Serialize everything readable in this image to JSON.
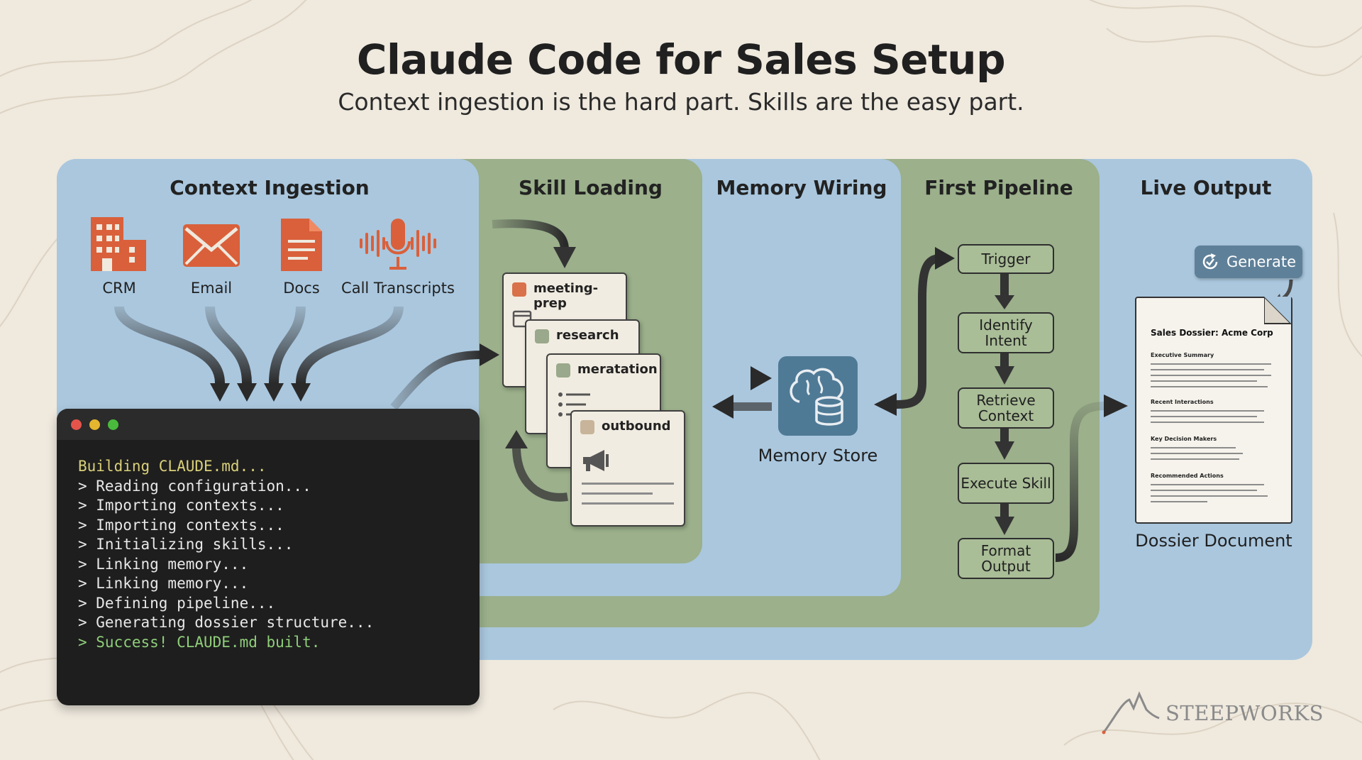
{
  "title": "Claude Code for Sales Setup",
  "subtitle": "Context ingestion is the hard part. Skills are the easy part.",
  "sections": {
    "context_ingestion": "Context Ingestion",
    "skill_loading": "Skill Loading",
    "memory_wiring": "Memory Wiring",
    "first_pipeline": "First Pipeline",
    "live_output": "Live Output"
  },
  "sources": [
    {
      "label": "CRM",
      "icon": "building-icon"
    },
    {
      "label": "Email",
      "icon": "envelope-icon"
    },
    {
      "label": "Docs",
      "icon": "document-icon"
    },
    {
      "label": "Call Transcripts",
      "icon": "microphone-icon"
    }
  ],
  "terminal": {
    "lines": [
      "Building CLAUDE.md...",
      "> Reading configuration...",
      "> Importing contexts...",
      "> Importing contexts...",
      "> Initializing skills...",
      "> Linking memory...",
      "> Linking memory...",
      "> Defining pipeline...",
      "> Generating dossier structure...",
      "> Success! CLAUDE.md built."
    ]
  },
  "skills": [
    {
      "label": "meeting-prep",
      "color": "#d9714a"
    },
    {
      "label": "research",
      "color": "#9aa88b"
    },
    {
      "label": "meratation",
      "color": "#9aa88b"
    },
    {
      "label": "outbound",
      "color": "#c8b49a"
    }
  ],
  "memory": {
    "label": "Memory Store",
    "icon": "brain-database-icon"
  },
  "pipeline": [
    "Trigger",
    "Identify Intent",
    "Retrieve Context",
    "Execute Skill",
    "Format Output"
  ],
  "output": {
    "button_label": "Generate",
    "doc_title": "Sales Dossier: Acme Corp",
    "doc_sections": [
      "Executive Summary",
      "Recent Interactions",
      "Key Decision Makers",
      "Recommended Actions"
    ],
    "doc_label": "Dossier Document"
  },
  "brand": "STEEPWORKS",
  "colors": {
    "blue_panel": "#aac7de",
    "green_panel": "#9bb08b",
    "accent_orange": "#d9603b",
    "terminal_bg": "#1e1e1e"
  }
}
